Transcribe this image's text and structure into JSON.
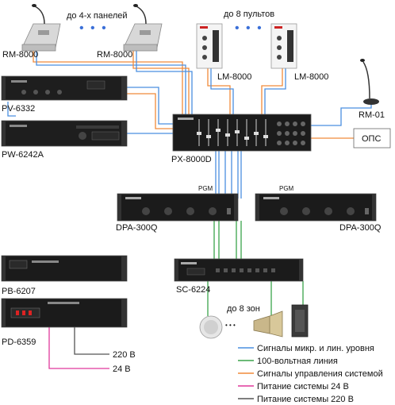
{
  "colors": {
    "mic_line": "#4a8fe0",
    "line_100v": "#3aa34a",
    "control": "#f08a3a",
    "power_24v": "#e0389c",
    "power_220v": "#555555"
  },
  "top": {
    "panels_note": "до 4-х панелей",
    "consoles_note": "до 8 пультов",
    "dots": "• • •"
  },
  "devices": {
    "rm8000_left": "RM-8000",
    "rm8000_right": "RM-8000",
    "lm8000_left": "LM-8000",
    "lm8000_right": "LM-8000",
    "rm01": "RM-01",
    "pv6332": "PV-6332",
    "pw6242a": "PW-6242A",
    "px8000d": "PX-8000D",
    "ops": "ОПС",
    "pgm_left": "PGM",
    "pgm_right": "PGM",
    "dpa_left": "DPA-300Q",
    "dpa_right": "DPA-300Q",
    "sc6224": "SC-6224",
    "pb6207": "PB-6207",
    "pd6359": "PD-6359",
    "zones_note": "до 8 зон",
    "v220": "220 В",
    "v24": "24 В"
  },
  "legend": [
    {
      "label": "Сигналы микр. и лин. уровня",
      "color": "#4a8fe0"
    },
    {
      "label": "100-вольтная линия",
      "color": "#3aa34a"
    },
    {
      "label": "Сигналы управления системой",
      "color": "#f08a3a"
    },
    {
      "label": "Питание системы 24 В",
      "color": "#e0389c"
    },
    {
      "label": "Питание системы 220 В",
      "color": "#555555"
    }
  ]
}
